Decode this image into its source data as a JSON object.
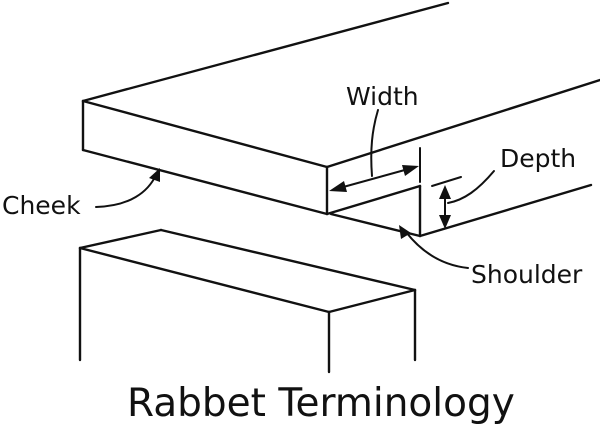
{
  "title": "Rabbet Terminology",
  "labels": {
    "width": "Width",
    "depth": "Depth",
    "cheek": "Cheek",
    "shoulder": "Shoulder"
  }
}
